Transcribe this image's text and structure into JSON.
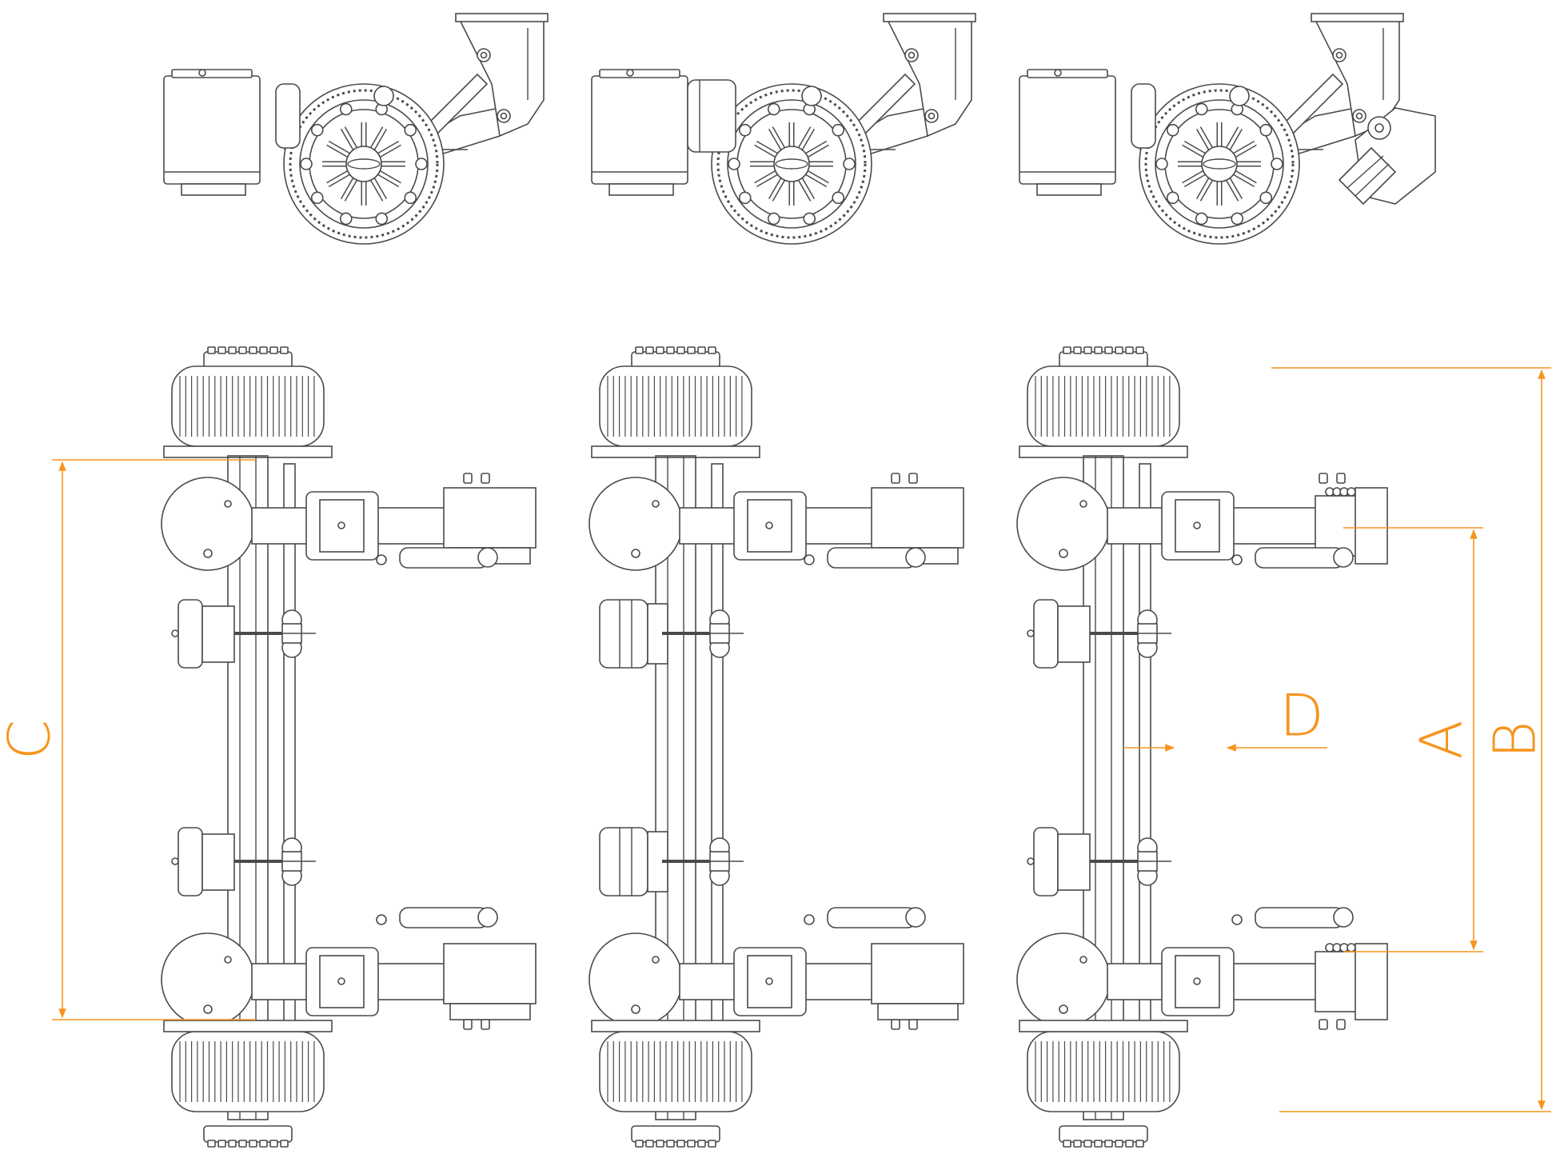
{
  "colors": {
    "line": "#4a4a4a",
    "fill": "#ffffff",
    "dimension": "#f7941d"
  },
  "dimensions": {
    "a": "A",
    "b": "B",
    "c": "C",
    "d": "D"
  },
  "side_views": [
    {
      "variant": "brake-chamber"
    },
    {
      "variant": "spring-brake"
    },
    {
      "variant": "lift-bracket"
    }
  ],
  "plan_views": [
    {
      "variant": "standard"
    },
    {
      "variant": "spring-brake"
    },
    {
      "variant": "lift-bracket"
    }
  ]
}
